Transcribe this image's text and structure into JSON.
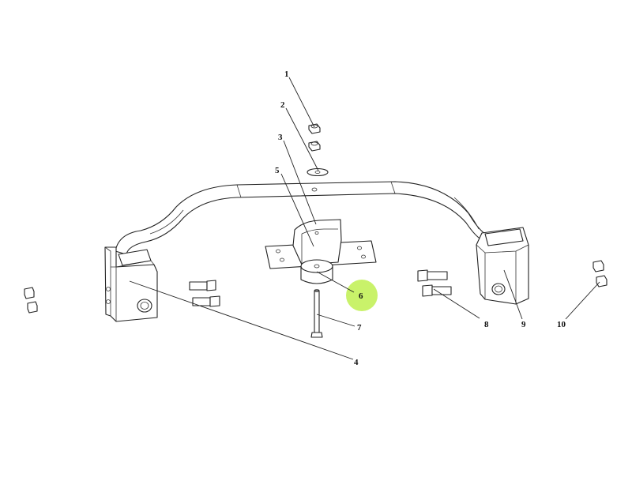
{
  "colors": {
    "line": "#222222",
    "highlight": "#c9f26a"
  },
  "highlighted_callout": "6",
  "callouts": [
    {
      "label": "1"
    },
    {
      "label": "2"
    },
    {
      "label": "3"
    },
    {
      "label": "5"
    },
    {
      "label": "6"
    },
    {
      "label": "7"
    },
    {
      "label": "4"
    },
    {
      "label": "8"
    },
    {
      "label": "9"
    },
    {
      "label": "10"
    }
  ]
}
